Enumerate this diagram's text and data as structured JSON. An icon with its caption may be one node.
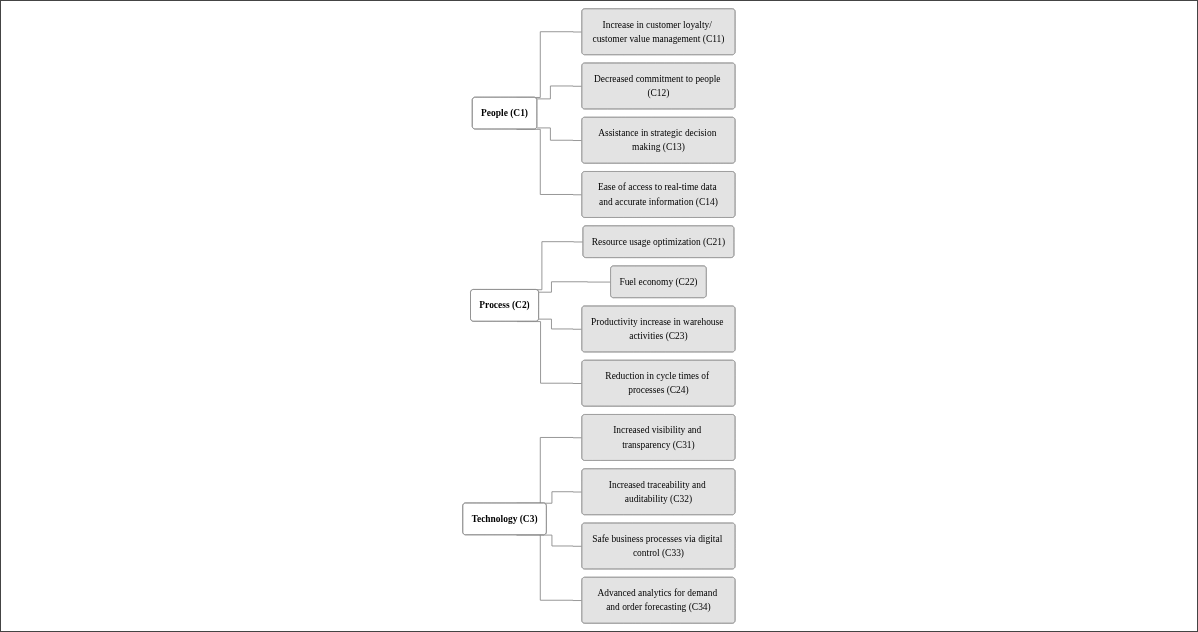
{
  "diagram": {
    "nodes": [
      {
        "text": [
          "People (C1)"
        ]
      },
      {
        "text": [
          "Increase in customer loyalty/ customer value management (C11)"
        ]
      },
      {
        "text": [
          "Decreased commitment to people (C12)"
        ]
      },
      {
        "text": [
          "Assistance in strategic decision making (C13)"
        ]
      },
      {
        "text": [
          "Ease of access to real-time data and accurate information (C14)"
        ]
      },
      {
        "text": [
          "Process (C2)"
        ]
      },
      {
        "text": [
          "Resource usage optimization (C21)"
        ]
      },
      {
        "text": [
          "Fuel economy (C22)"
        ]
      },
      {
        "text": [
          "Productivity increase in warehouse activities (C23)"
        ]
      },
      {
        "text": [
          "Reduction in cycle times of processes (C24)"
        ]
      },
      {
        "text": [
          "Technology (C3)"
        ]
      },
      {
        "text": [
          "Increased visibility and transparency (C31)"
        ]
      },
      {
        "text": [
          "Increased traceability and auditability (C32)"
        ]
      },
      {
        "text": [
          "Safe business processes via digital control (C33)"
        ]
      },
      {
        "text": [
          "Advanced analytics for demand and order forecasting (C34)"
        ]
      }
    ],
    "edges": [
      {
        "from": 0,
        "to": 1,
        "arrow": "none"
      },
      {
        "from": 0,
        "to": 2,
        "arrow": "none"
      },
      {
        "from": 0,
        "to": 3,
        "arrow": "none"
      },
      {
        "from": 0,
        "to": 4,
        "arrow": "none"
      },
      {
        "from": 5,
        "to": 6,
        "arrow": "none"
      },
      {
        "from": 5,
        "to": 7,
        "arrow": "none"
      },
      {
        "from": 5,
        "to": 8,
        "arrow": "none"
      },
      {
        "from": 5,
        "to": 9,
        "arrow": "none"
      },
      {
        "from": 10,
        "to": 11,
        "arrow": "none"
      },
      {
        "from": 10,
        "to": 12,
        "arrow": "none"
      },
      {
        "from": 10,
        "to": 13,
        "arrow": "none"
      },
      {
        "from": 10,
        "to": 14,
        "arrow": "none"
      }
    ]
  }
}
